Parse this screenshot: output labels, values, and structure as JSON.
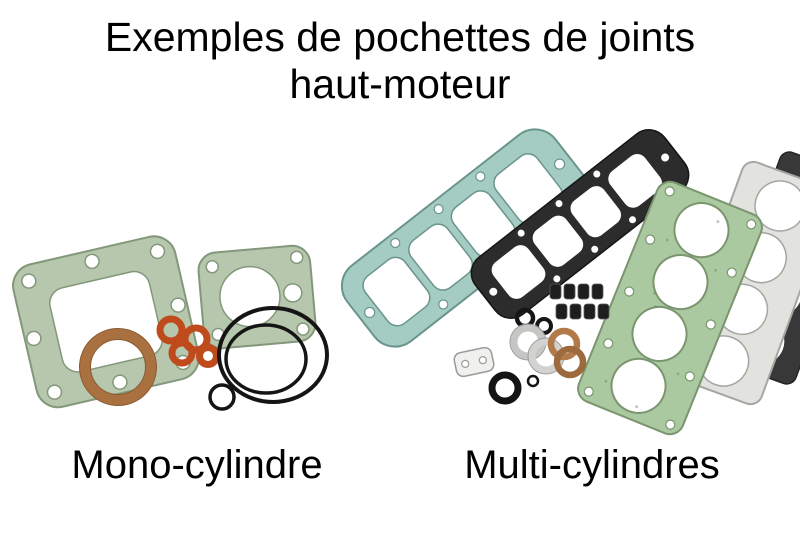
{
  "title": {
    "line1": "Exemples de pochettes de joints",
    "line2": "haut-moteur"
  },
  "figures": {
    "mono": {
      "caption": "Mono-cylindre"
    },
    "multi": {
      "caption": "Multi-cylindres"
    }
  },
  "colors": {
    "background": "#ffffff",
    "text": "#000000",
    "gasket_green": "#b6c7ad",
    "gasket_teal": "#a5ccc2",
    "gasket_head_green": "#aac9a1",
    "gasket_black": "#2c2c2c",
    "gasket_gray": "#e2e2df",
    "copper_ring": "#a9713f",
    "orange_seal": "#bf4b1d",
    "o_ring_black": "#151515"
  }
}
